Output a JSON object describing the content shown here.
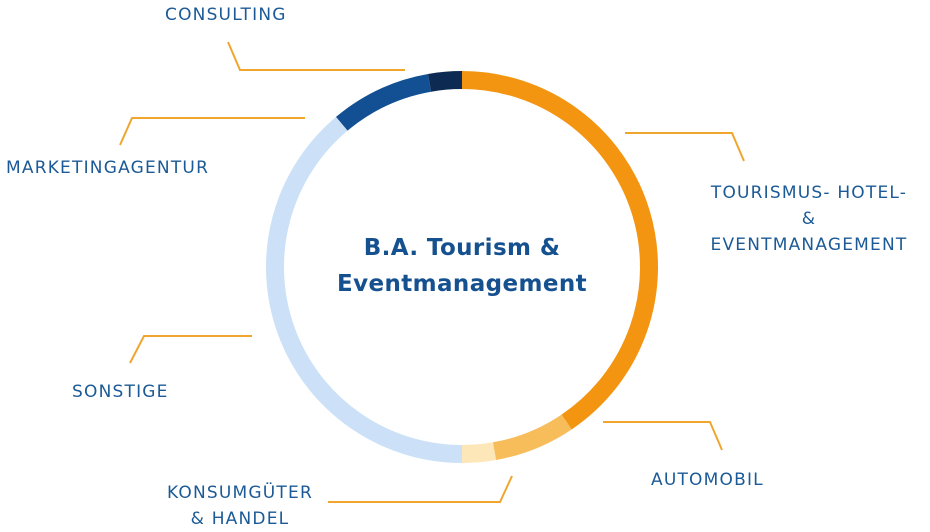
{
  "title_line1": "B.A. Tourism &",
  "title_line2": "Eventmanagement",
  "segments": [
    {
      "label": "TOURISMUS- HOTEL- & EVENTMANAGEMENT",
      "color": "#f39511"
    },
    {
      "label": "AUTOMOBIL",
      "color": "#f6bd5a"
    },
    {
      "label": "KONSUMGÜTER & HANDEL",
      "color": "#fde7b8"
    },
    {
      "label": "SONSTIGE",
      "color": "#cce1f7"
    },
    {
      "label": "MARKETINGAGENTUR",
      "color": "#124f93"
    },
    {
      "label": "CONSULTING",
      "color": "#0d2a52"
    }
  ],
  "labels": {
    "consulting": "CONSULTING",
    "marketing": "MARKETINGAGENTUR",
    "tourism_1": "TOURISMUS- HOTEL-",
    "tourism_2": "&",
    "tourism_3": "EVENTMANAGEMENT",
    "sonstige": "SONSTIGE",
    "automobil": "AUTOMOBIL",
    "konsum_1": "KONSUMGÜTER",
    "konsum_2": "& HANDEL"
  },
  "leader_color": "#f0a62e"
}
